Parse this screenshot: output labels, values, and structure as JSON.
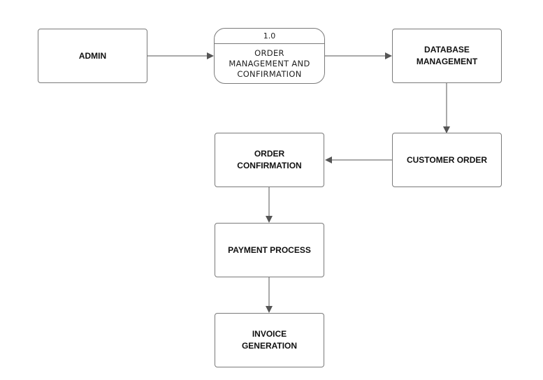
{
  "diagram": {
    "nodes": {
      "admin": "ADMIN",
      "process": {
        "id": "1.0",
        "label": "ORDER\nMANAGEMENT AND\nCONFIRMATION"
      },
      "database": "DATABASE\nMANAGEMENT",
      "customer_order": "CUSTOMER ORDER",
      "order_confirmation": "ORDER\nCONFIRMATION",
      "payment_process": "PAYMENT PROCESS",
      "invoice_generation": "INVOICE\nGENERATION"
    },
    "edges": [
      {
        "from": "ADMIN",
        "to": "ORDER MANAGEMENT AND CONFIRMATION"
      },
      {
        "from": "ORDER MANAGEMENT AND CONFIRMATION",
        "to": "DATABASE MANAGEMENT"
      },
      {
        "from": "DATABASE MANAGEMENT",
        "to": "CUSTOMER ORDER"
      },
      {
        "from": "CUSTOMER ORDER",
        "to": "ORDER CONFIRMATION"
      },
      {
        "from": "ORDER CONFIRMATION",
        "to": "PAYMENT PROCESS"
      },
      {
        "from": "PAYMENT PROCESS",
        "to": "INVOICE GENERATION"
      }
    ],
    "colors": {
      "stroke": "#7a7a7a",
      "arrow": "#555555",
      "text": "#111111"
    }
  }
}
